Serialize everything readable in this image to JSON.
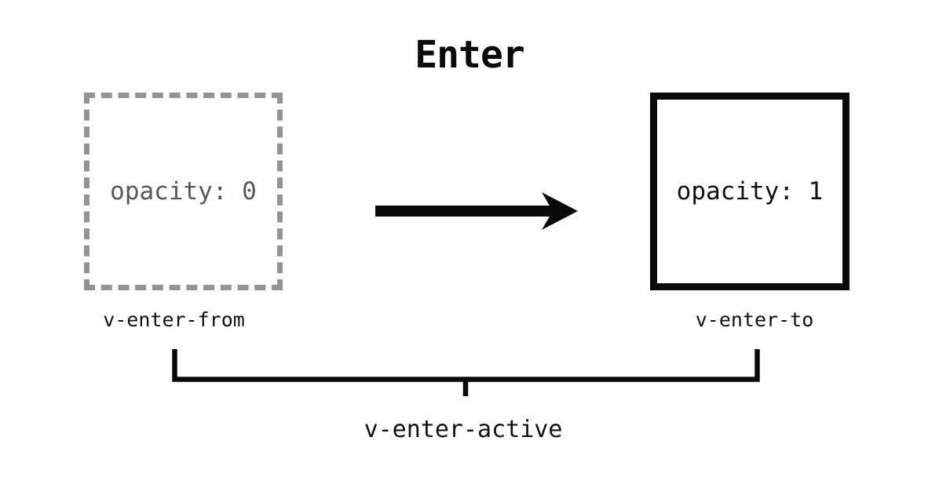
{
  "title": "Enter",
  "from_box": {
    "style_text": "opacity: 0",
    "label": "v-enter-from"
  },
  "to_box": {
    "style_text": "opacity: 1",
    "label": "v-enter-to"
  },
  "active_label": "v-enter-active",
  "icons": {
    "arrow": "right-arrow-icon"
  },
  "colors": {
    "background": "#ffffff",
    "primary_black": "#0a0a0a",
    "dashed_border_gray": "#949494",
    "from_text_gray": "#575757"
  }
}
